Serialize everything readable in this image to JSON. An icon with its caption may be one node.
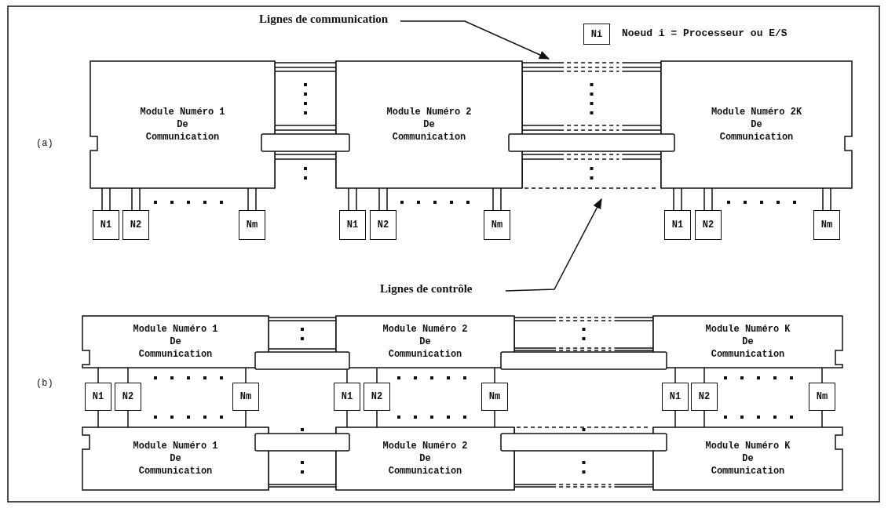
{
  "diagram": {
    "nodes": [
      {
        "text": [
          "Lignes de communication"
        ]
      },
      {
        "text": [
          "Ni"
        ],
        "beside": [
          "Noeud i = Processeur ou E/S"
        ]
      },
      {
        "text": [
          "Module Numéro 1 De Communication"
        ]
      },
      {
        "text": [
          "Module Numéro 2 De Communication"
        ]
      },
      {
        "text": [
          "Module Numéro 2K De Communication"
        ]
      },
      {
        "text": [
          "N1"
        ]
      },
      {
        "text": [
          "N2"
        ]
      },
      {
        "text": [
          "Nm"
        ]
      },
      {
        "text": [
          "N1"
        ]
      },
      {
        "text": [
          "N2"
        ]
      },
      {
        "text": [
          "Nm"
        ]
      },
      {
        "text": [
          "N1"
        ]
      },
      {
        "text": [
          "N2"
        ]
      },
      {
        "text": [
          "Nm"
        ]
      },
      {
        "text": [
          "Lignes de contrôle"
        ]
      },
      {
        "text": [
          "Module Numéro 1 De Communication"
        ]
      },
      {
        "text": [
          "Module Numéro 2 De Communication"
        ]
      },
      {
        "text": [
          "Module Numéro K De Communication"
        ]
      },
      {
        "text": [
          "N1"
        ]
      },
      {
        "text": [
          "N2"
        ]
      },
      {
        "text": [
          "Nm"
        ]
      },
      {
        "text": [
          "N1"
        ]
      },
      {
        "text": [
          "N2"
        ]
      },
      {
        "text": [
          "Nm"
        ]
      },
      {
        "text": [
          "N1"
        ]
      },
      {
        "text": [
          "N2"
        ]
      },
      {
        "text": [
          "Nm"
        ]
      },
      {
        "text": [
          "Module Numéro 1 De Communication"
        ]
      },
      {
        "text": [
          "Module Numéro 2 De Communication"
        ]
      },
      {
        "text": [
          "Module Numéro K De Communication"
        ]
      }
    ],
    "edges": [
      {
        "from": 0,
        "to": null,
        "arrow": "to"
      },
      {
        "from": 2,
        "to": 5,
        "arrow": "none"
      },
      {
        "from": 2,
        "to": 6,
        "arrow": "none"
      },
      {
        "from": 2,
        "to": 7,
        "arrow": "none"
      },
      {
        "from": 3,
        "to": 8,
        "arrow": "none"
      },
      {
        "from": 3,
        "to": 9,
        "arrow": "none"
      },
      {
        "from": 3,
        "to": 10,
        "arrow": "none"
      },
      {
        "from": 4,
        "to": 11,
        "arrow": "none"
      },
      {
        "from": 4,
        "to": 12,
        "arrow": "none"
      },
      {
        "from": 4,
        "to": 13,
        "arrow": "none"
      },
      {
        "from": 14,
        "to": null,
        "arrow": "to"
      },
      {
        "from": 15,
        "to": 18,
        "arrow": "none"
      },
      {
        "from": 15,
        "to": 19,
        "arrow": "none"
      },
      {
        "from": 15,
        "to": 20,
        "arrow": "none"
      },
      {
        "from": 16,
        "to": 21,
        "arrow": "none"
      },
      {
        "from": 16,
        "to": 22,
        "arrow": "none"
      },
      {
        "from": 16,
        "to": 23,
        "arrow": "none"
      },
      {
        "from": 17,
        "to": 24,
        "arrow": "none"
      },
      {
        "from": 17,
        "to": 25,
        "arrow": "none"
      },
      {
        "from": 17,
        "to": 26,
        "arrow": "none"
      },
      {
        "from": 18,
        "to": 27,
        "arrow": "none"
      },
      {
        "from": 19,
        "to": 27,
        "arrow": "none"
      },
      {
        "from": 20,
        "to": 27,
        "arrow": "none"
      },
      {
        "from": 21,
        "to": 28,
        "arrow": "none"
      },
      {
        "from": 22,
        "to": 28,
        "arrow": "none"
      },
      {
        "from": 23,
        "to": 28,
        "arrow": "none"
      },
      {
        "from": 24,
        "to": 29,
        "arrow": "none"
      },
      {
        "from": 25,
        "to": 29,
        "arrow": "none"
      },
      {
        "from": 26,
        "to": 29,
        "arrow": "none"
      },
      {
        "from": 2,
        "to": 3,
        "arrow": "none"
      },
      {
        "from": 3,
        "to": 4,
        "arrow": "none"
      },
      {
        "from": 15,
        "to": 16,
        "arrow": "none"
      },
      {
        "from": 16,
        "to": 17,
        "arrow": "none"
      },
      {
        "from": 27,
        "to": 28,
        "arrow": "none"
      },
      {
        "from": 28,
        "to": 29,
        "arrow": "none"
      }
    ],
    "labels": [
      "(a)",
      "(b)"
    ]
  }
}
